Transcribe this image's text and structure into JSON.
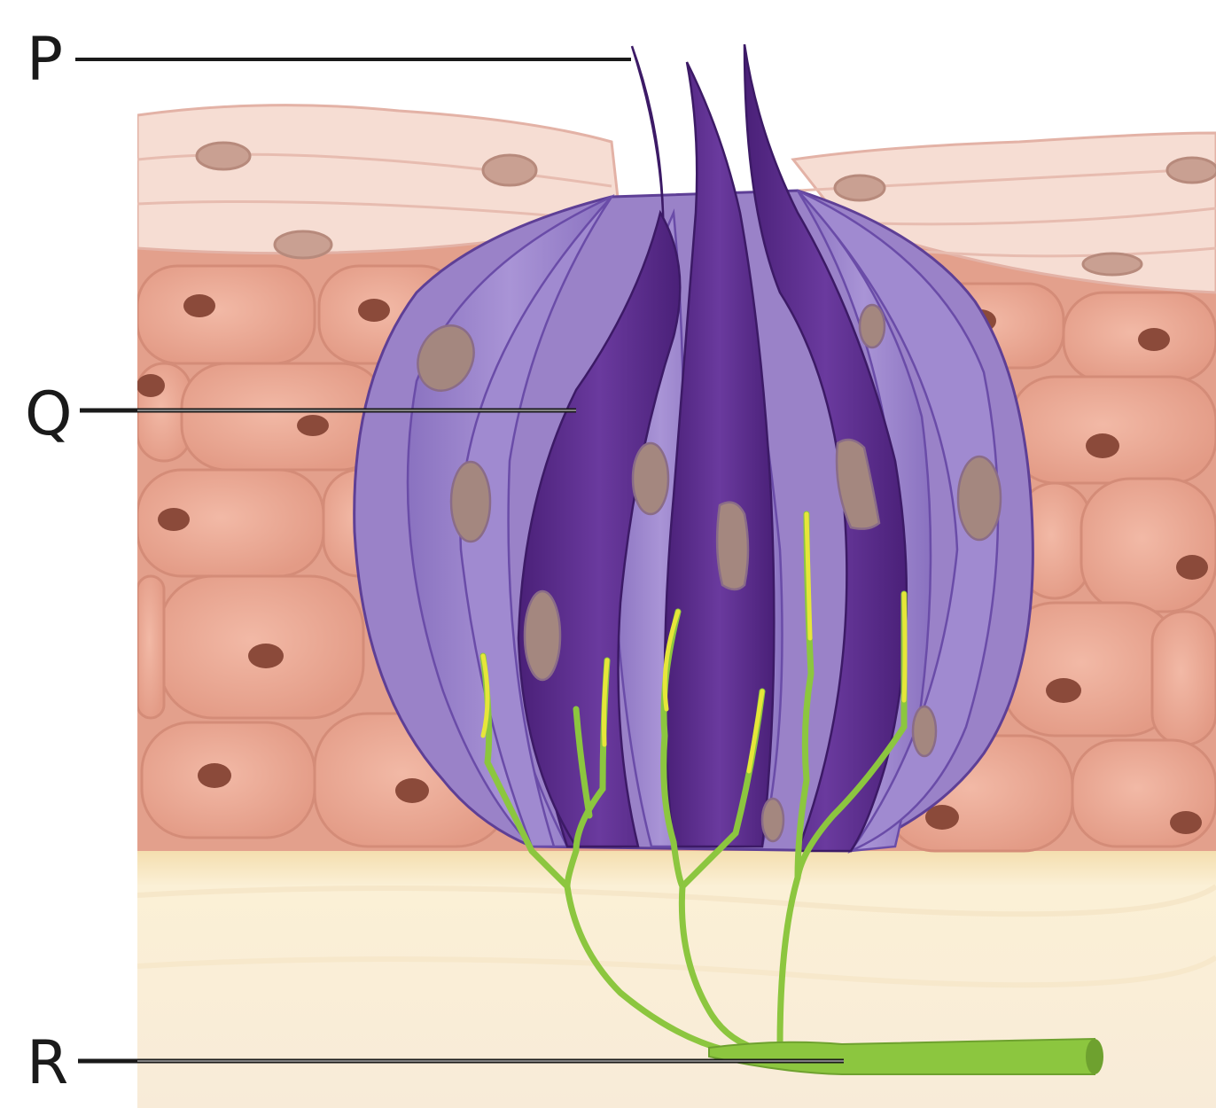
{
  "labels": {
    "p": "P",
    "q": "Q",
    "r": "R"
  },
  "colors": {
    "epidermis_light": "#f4d7cb",
    "epidermis_cells": "#eaa996",
    "dermis": "#f8ebcf",
    "bud_light": "#9a82c8",
    "bud_dark": "#5a2d8c",
    "nerve_green": "#8cc63f",
    "nerve_yellow": "#e6e63a",
    "nucleus": "#a4877f",
    "cell_nucleus": "#8b4a3a"
  }
}
